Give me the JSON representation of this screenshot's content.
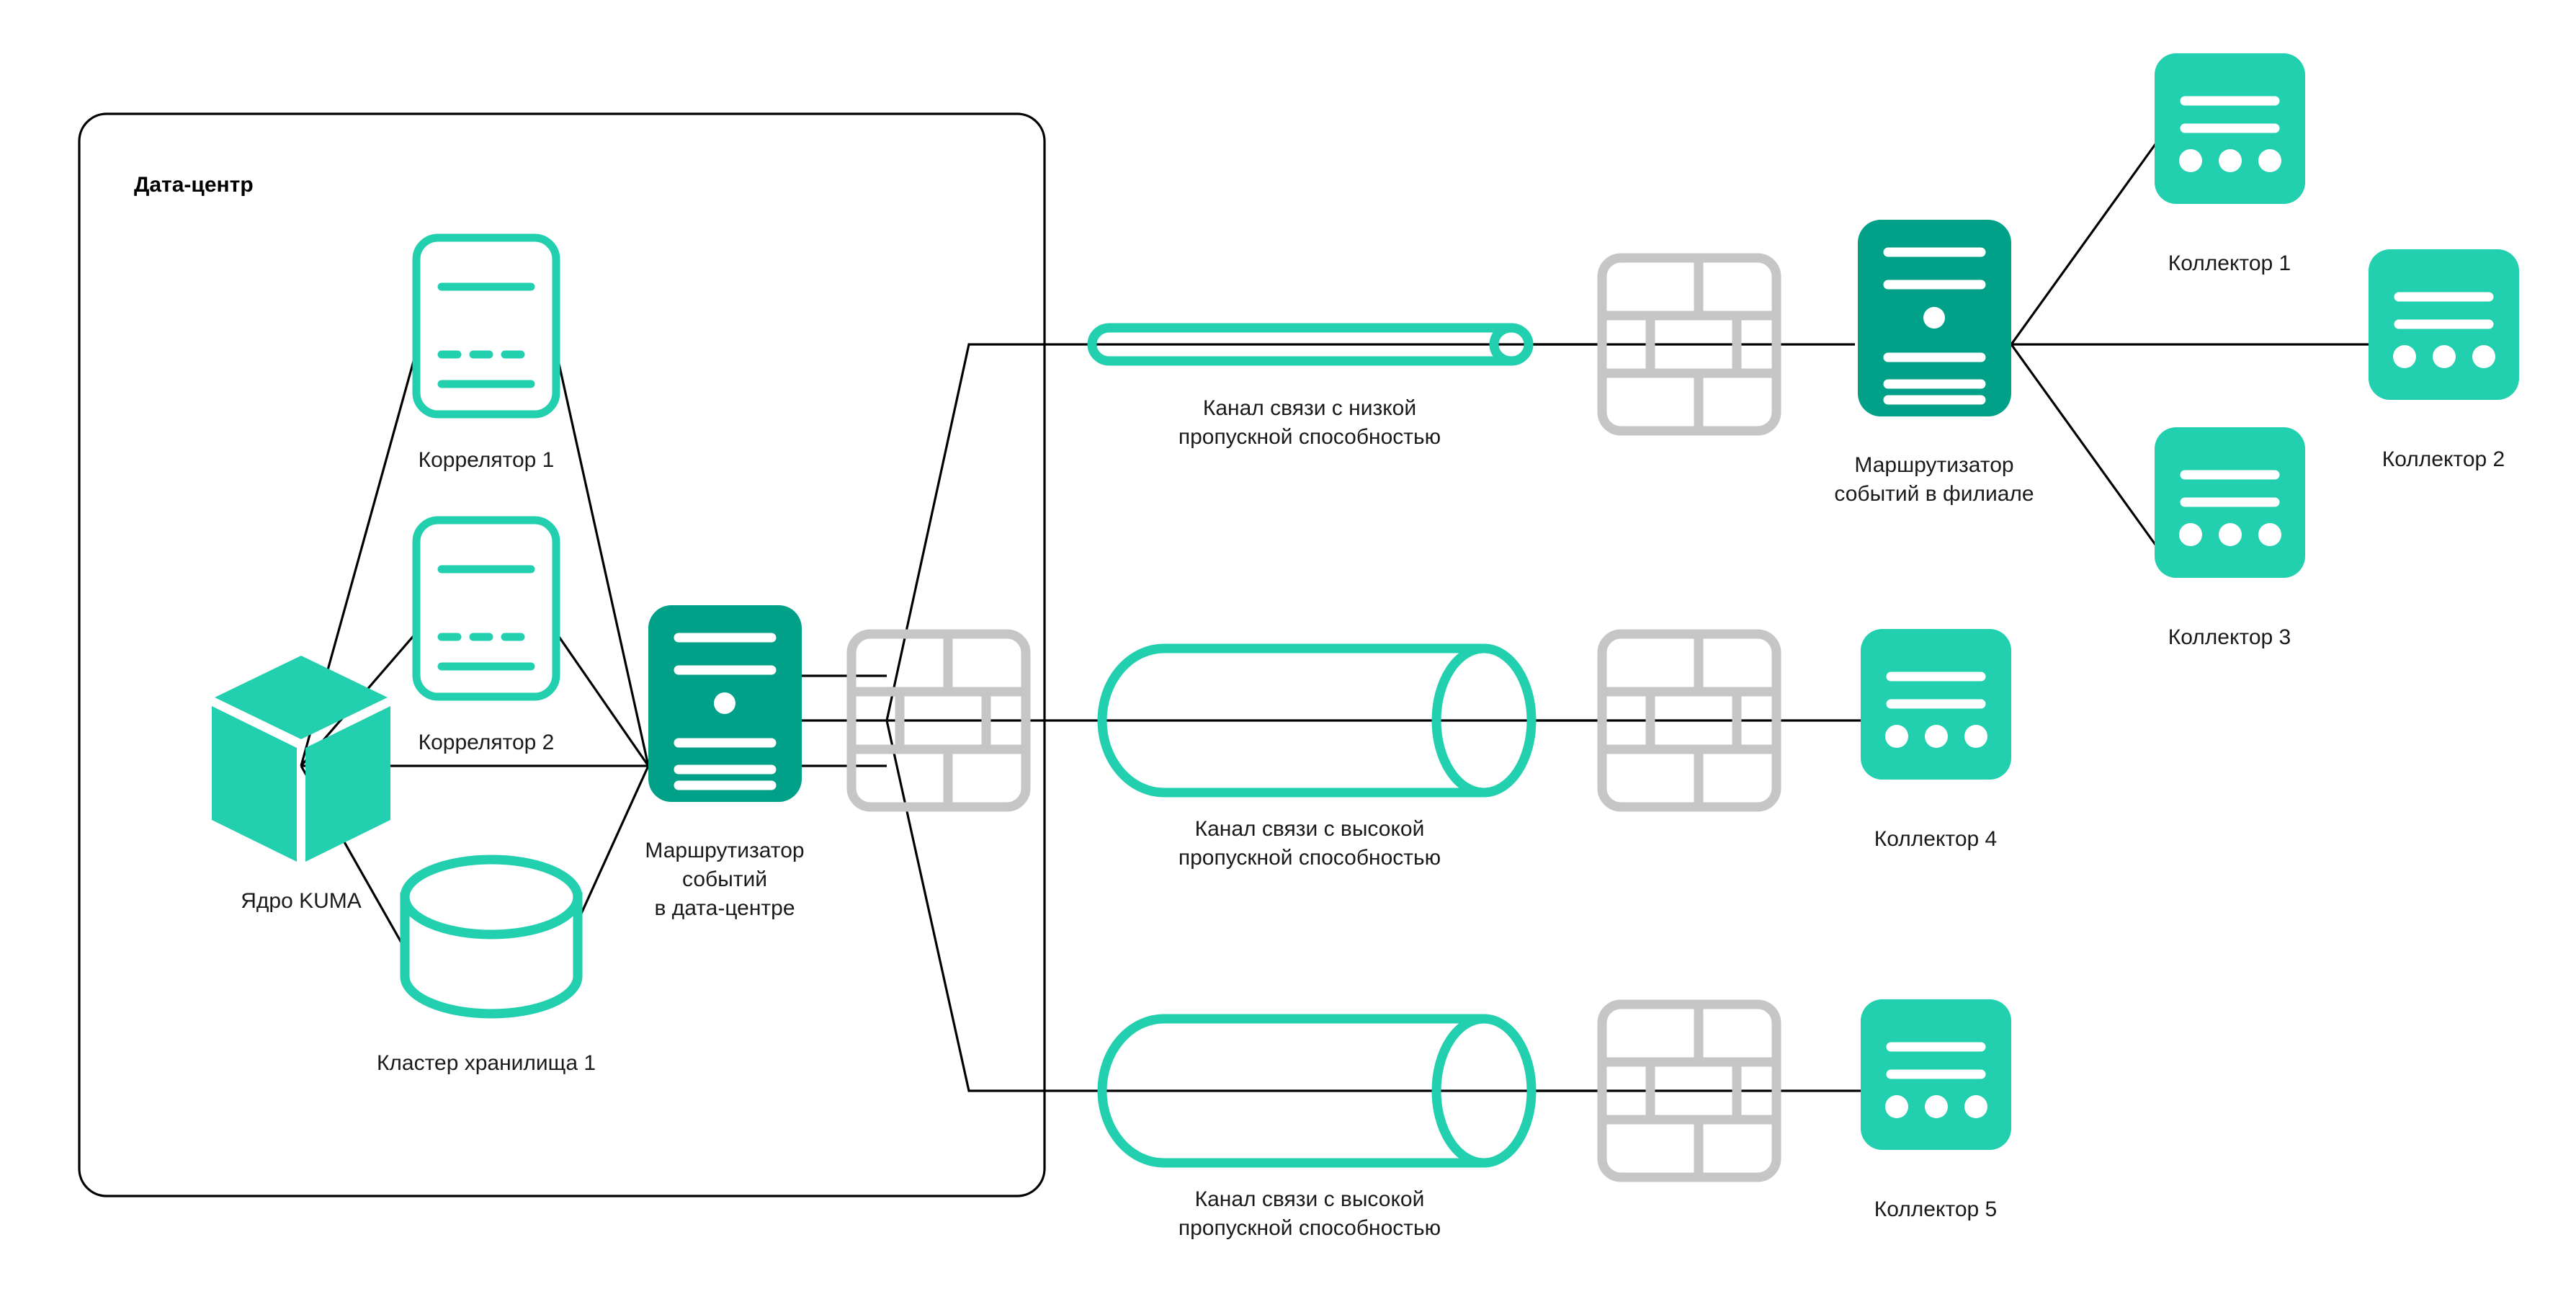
{
  "diagram": {
    "title": "KUMA distributed event routing architecture",
    "colors": {
      "teal_bright": "#22cfae",
      "teal_dark": "#00a188",
      "gray_firewall": "#c6c6c6",
      "line": "#000000",
      "background": "#ffffff"
    },
    "zone": {
      "label": "Дата-центр"
    },
    "nodes": {
      "core": {
        "label": "Ядро KUMA",
        "icon": "cube-icon"
      },
      "correlator1": {
        "label": "Коррелятор 1",
        "icon": "correlator-icon"
      },
      "correlator2": {
        "label": "Коррелятор 2",
        "icon": "correlator-icon"
      },
      "storage1": {
        "label": "Кластер хранилища 1",
        "icon": "database-icon"
      },
      "router_dc": {
        "label_line1": "Маршрутизатор",
        "label_line2": "событий",
        "label_line3": "в дата-центре",
        "icon": "server-router-icon"
      },
      "router_branch": {
        "label_line1": "Маршрутизатор",
        "label_line2": "событий в филиале",
        "icon": "server-router-icon"
      },
      "collector1": {
        "label": "Коллектор 1",
        "icon": "collector-icon"
      },
      "collector2": {
        "label": "Коллектор 2",
        "icon": "collector-icon"
      },
      "collector3": {
        "label": "Коллектор 3",
        "icon": "collector-icon"
      },
      "collector4": {
        "label": "Коллектор 4",
        "icon": "collector-icon"
      },
      "collector5": {
        "label": "Коллектор 5",
        "icon": "collector-icon"
      }
    },
    "firewalls": {
      "fw_dc": {
        "name": "firewall-icon"
      },
      "fw_low": {
        "name": "firewall-icon"
      },
      "fw_mid": {
        "name": "firewall-icon"
      },
      "fw_bottom": {
        "name": "firewall-icon"
      }
    },
    "channels": {
      "low": {
        "label_line1": "Канал связи с низкой",
        "label_line2": "пропускной способностью",
        "bandwidth": "low",
        "icon": "thin-pipe-icon"
      },
      "high_mid": {
        "label_line1": "Канал связи с высокой",
        "label_line2": "пропускной способностью",
        "bandwidth": "high",
        "icon": "wide-pipe-icon"
      },
      "high_bottom": {
        "label_line1": "Канал связи с высокой",
        "label_line2": "пропускной способностью",
        "bandwidth": "high",
        "icon": "wide-pipe-icon"
      }
    }
  }
}
